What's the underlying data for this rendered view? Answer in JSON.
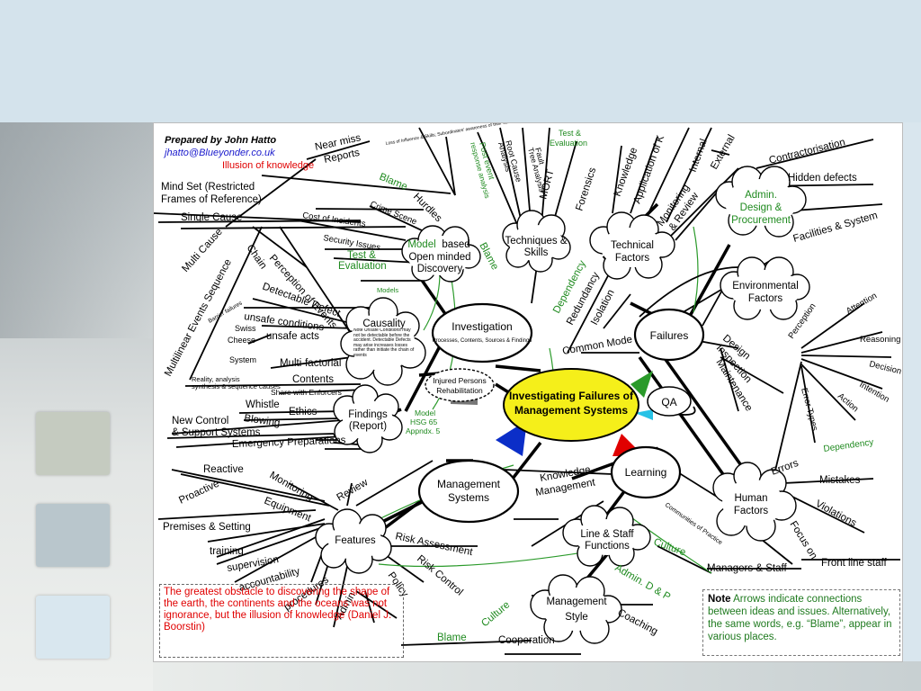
{
  "header": {
    "author": "Prepared by John Hatto",
    "email": "jhatto@Blueyonder.co.uk",
    "subtitle": "Illusion of knowledge"
  },
  "central": {
    "line1": "Investigating Failures of",
    "line2": "Management Systems"
  },
  "ovals": {
    "investigation": "Investigation",
    "investigation_sub": "Processes, Contents, Sources & Findings",
    "failures": "Failures",
    "learning": "Learning",
    "mgmt1": "Management",
    "mgmt2": "Systems",
    "qa": "QA"
  },
  "clouds": {
    "model1": "Model",
    "model2": "based",
    "model3": "Open minded",
    "model4": "Discovery",
    "tech1": "Techniques &",
    "tech2": "Skills",
    "techf1": "Technical",
    "techf2": "Factors",
    "admin1": "Admin.",
    "admin2": "Design &",
    "admin3": "Procurement",
    "env1": "Environmental",
    "env2": "Factors",
    "causality": "Causality",
    "causality_note": "Note Unsafe Conditions may not be detectable before the accident. Detectable Defects may arise increases losses rather than initiate the chain of events",
    "findings1": "Findings",
    "findings2": "(Report)",
    "injured1": "Injured Persons",
    "injured2": "Rehabilitation",
    "human1": "Human",
    "human2": "Factors",
    "line1": "Line & Staff",
    "line2": "Functions",
    "style1": "Management",
    "style2": "Style",
    "features": "Features"
  },
  "labels": {
    "near_miss": "Near miss",
    "reports": "Reports",
    "loss_of_influence": "Loss of Influence & Skills; Subordinates' awareness of their subordinates states of mind",
    "blame": "Blame",
    "hurdles": "Hurdles",
    "mindset1": "Mind Set (Restricted",
    "mindset2": "Frames of Reference)",
    "single_cause": "Single Cause",
    "multi_cause": "Multi Cause",
    "chain": "Chain",
    "multilinear": "Multilinear Events Sequence",
    "cost_incidents": "Cost of Incidents",
    "crime_scene": "Crime Scene",
    "security_issues": "Security Issues",
    "test_eval1": "Test &",
    "test_eval2": "Evaluation",
    "perception_events": "Perception of Events",
    "detectable_defect": "Detectable Defect",
    "barrier_failures": "Barrier failures",
    "unsafe_conditions": "unsafe conditions",
    "unsafe_acts": "unsafe acts",
    "swiss1": "Swiss",
    "swiss2": "Cheese",
    "swiss3": "System",
    "multifactorial": "Multi-factorial",
    "reality1": "Reality, analysis",
    "reality2": "synthesis & sequence causes",
    "contents": "Contents",
    "share": "Share with Enforcers",
    "whistle1": "Whistle",
    "whistle2": "Blowing",
    "ethics": "Ethics",
    "new_control1": "New Control",
    "new_control2": "& Support Systems",
    "emergency": "Emergency Preparations",
    "models": "Models",
    "post_event1": "Post event",
    "post_event2": "response analysis",
    "root_cause1": "Root Cause",
    "root_cause2": "Analysis",
    "fault1": "Fault",
    "fault2": "Tree Analysis",
    "mort": "MORT",
    "forensics": "Forensics",
    "knowledge": "Knowledge",
    "application_k": "Application of K",
    "test_eval_top1": "Test &",
    "test_eval_top2": "Evaluation",
    "internal": "Internal",
    "external": "External",
    "monitoring_review1": "Monitoring",
    "monitoring_review2": "& Review",
    "contractorisation": "Contractorisation",
    "hidden_defects": "Hidden defects",
    "facilities": "Facilities & System",
    "blame_vertical": "Blame",
    "dependency": "Dependency",
    "redundancy": "Redundancy",
    "isolation": "Isolation",
    "common_mode": "Common Mode",
    "design": "Design",
    "inspection": "Inspection",
    "maintenance": "Maintenance",
    "perception": "Perception",
    "attention": "Attention",
    "reasoning": "Reasoning",
    "decision": "Decision",
    "intention": "Intention",
    "action": "Action",
    "error_types": "Error Types",
    "dependency2": "Dependency",
    "errors": "Errors",
    "mistakes": "Mistakes",
    "violations": "Violations",
    "focus_on": "Focus on",
    "front_line": "Front line staff",
    "managers_staff": "Managers & Staff",
    "communities": "Communities of Practice",
    "knowledge_mgmt1": "Knowledge",
    "knowledge_mgmt2": "Management",
    "culture": "Culture",
    "admin_dp": "Admin. D & P",
    "coaching": "Coaching",
    "culture2": "Culture",
    "cooperation": "Cooperation",
    "blame_bottom": "Blame",
    "model_hsg1": "Model",
    "model_hsg2": "HSG 65",
    "model_hsg3": "Appndx. 5",
    "reactive": "Reactive",
    "proactive": "Proactive",
    "monitoring": "Monitoring",
    "review": "Review",
    "equipment": "Equipment",
    "premises": "Premises & Setting",
    "training": "training",
    "supervision": "supervision",
    "accountability": "accountability",
    "procedures": "procedures",
    "admin": "Admin",
    "policy": "Policy",
    "risk_control": "Risk Control",
    "risk_assessment": "Risk Assessment"
  },
  "quote": "The greatest obstacle to discovering the shape of the earth, the continents and the oceans was not ignorance, but the illusion of knowledge (Daniel J. Boorstin)",
  "note": {
    "label": "Note",
    "text": "Arrows indicate connections between ideas and issues. Alternatively, the same words, e.g. “Blame”, appear in various places."
  },
  "colors": {
    "center": "#f5ef1a",
    "green": "#2a9a2a",
    "red": "#e00000",
    "blue": "#1a1aaa",
    "cyan": "#27c2e6"
  }
}
